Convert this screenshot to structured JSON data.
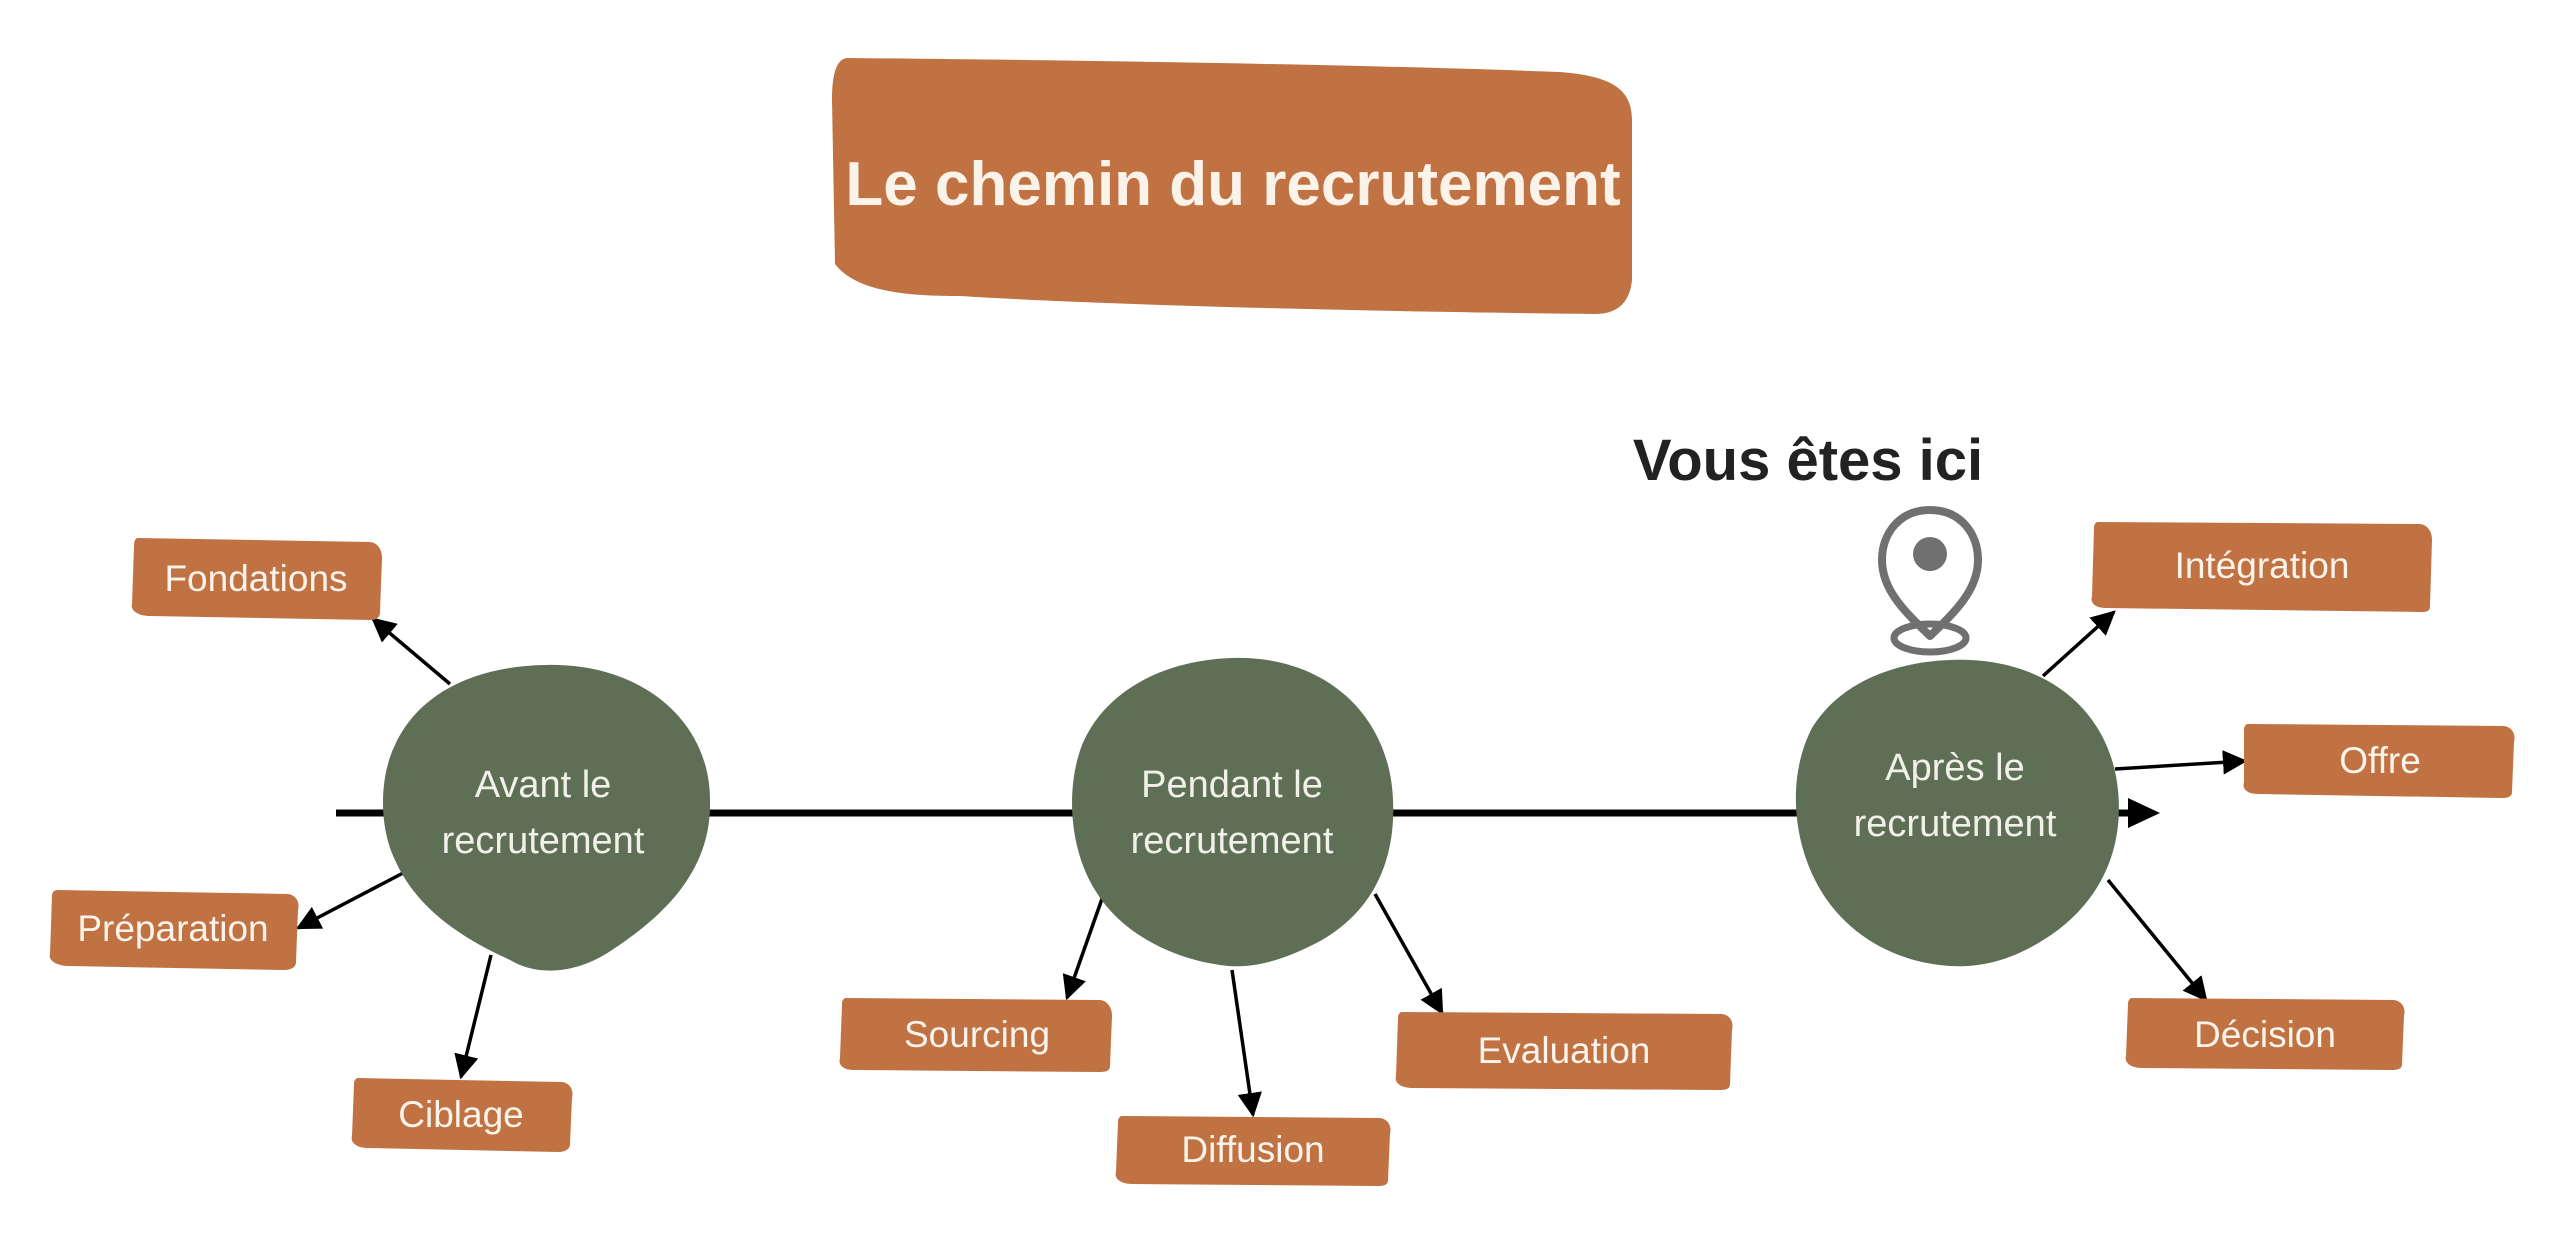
{
  "title": "Le chemin du recrutement",
  "marker_label": "Vous êtes ici",
  "marker_icon": "location-pin-icon",
  "colors": {
    "accent": "#c07243",
    "node": "#5f6f56",
    "line": "#000000",
    "pin": "#707070"
  },
  "phases": [
    {
      "id": "avant",
      "line1": "Avant le",
      "line2": "recrutement"
    },
    {
      "id": "pendant",
      "line1": "Pendant le",
      "line2": "recrutement"
    },
    {
      "id": "apres",
      "line1": "Après le",
      "line2": "recrutement"
    }
  ],
  "steps": {
    "fondations": "Fondations",
    "preparation": "Préparation",
    "ciblage": "Ciblage",
    "sourcing": "Sourcing",
    "diffusion": "Diffusion",
    "evaluation": "Evaluation",
    "integration": "Intégration",
    "offre": "Offre",
    "decision": "Décision"
  }
}
